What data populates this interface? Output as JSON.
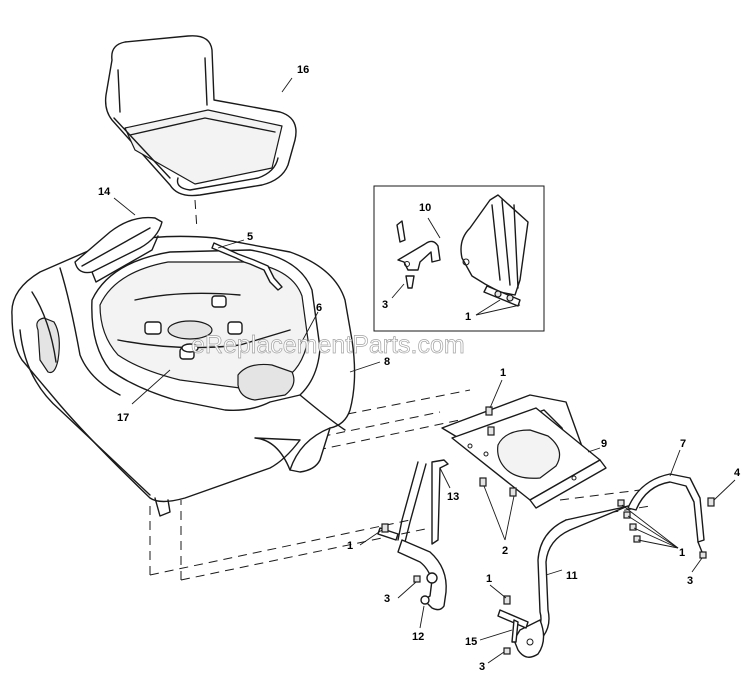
{
  "watermark": "eReplacementParts.com",
  "callouts": {
    "c1_inset": "1",
    "c1_top": "1",
    "c1_left": "1",
    "c1_right": "1",
    "c1_bottom": "1",
    "c2": "2",
    "c3_inset": "3",
    "c3_left": "3",
    "c3_right": "3",
    "c3_bottom": "3",
    "c4": "4",
    "c5": "5",
    "c6": "6",
    "c7": "7",
    "c8": "8",
    "c9": "9",
    "c10": "10",
    "c11": "11",
    "c12": "12",
    "c13": "13",
    "c14": "14",
    "c15": "15",
    "c16": "16",
    "c17": "17"
  }
}
